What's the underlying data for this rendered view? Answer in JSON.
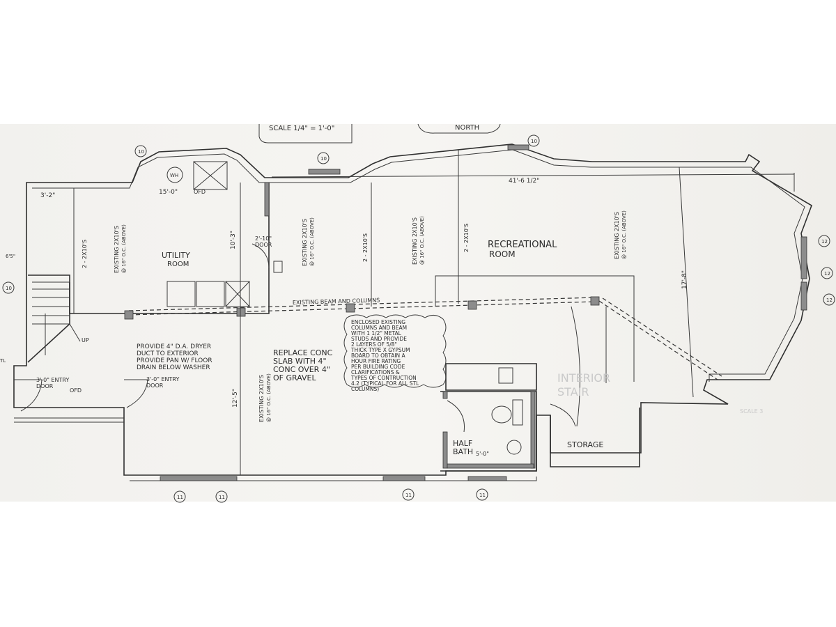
{
  "header": {
    "scale": "SCALE 1/4\" = 1'-0\"",
    "north": "NORTH"
  },
  "rooms": {
    "utility": [
      "UTILITY",
      "ROOM"
    ],
    "recreational": [
      "RECREATIONAL",
      "ROOM"
    ],
    "storage": "STORAGE",
    "half_bath": [
      "HALF",
      "BATH"
    ],
    "interior_stair": [
      "INTERIOR",
      "STAIR"
    ]
  },
  "dimensions": {
    "overall": "41'-6 1/2\"",
    "w_3_2": "3'-2\"",
    "w_15_0": "15'-0\"",
    "d_10_3": "10'-3\"",
    "d_17_8": "17'-8\"",
    "d_12_5": "12'-5\"",
    "bath_width": "5'-0\""
  },
  "labels": {
    "wh": "WH",
    "ofd": "OFD",
    "door_2_10": [
      "2'-10\"",
      "DOOR"
    ],
    "joist_2x10": "2 - 2X10'S",
    "joists_existing": [
      "EXISTING 2X10'S",
      "@ 16\" O.C. (ABOVE)"
    ],
    "beam": "EXISTING BEAM AND COLUMNS",
    "up": "UP",
    "entry_left": [
      "3'-0\" ENTRY",
      "DOOR"
    ],
    "entry_right": [
      "3'-0\" ENTRY",
      "DOOR"
    ],
    "left_edge_top": "6'5\"",
    "left_edge_bottom": "TL",
    "window_10": "10",
    "window_11": "11",
    "window_12": "12",
    "scale_faint": "SCALE 3"
  },
  "notes": {
    "dryer": [
      "PROVIDE 4\" D.A. DRYER",
      "DUCT TO EXTERIOR",
      "PROVIDE PAN W/ FLOOR",
      "DRAIN BELOW WASHER"
    ],
    "slab": [
      "REPLACE CONC",
      "SLAB WITH 4\"",
      "CONC OVER 4\"",
      "OF GRAVEL"
    ],
    "columns": [
      "ENCLOSED EXISTING",
      "COLUMNS AND BEAM",
      "WITH 1 1/2\" METAL",
      "STUDS AND PROVIDE",
      "2 LAYERS OF 5/8\"",
      "THICK TYPE X GYPSUM",
      "BOARD TO OBTAIN A",
      "HOUR FIRE RATING",
      "PER BUILDING CODE",
      "CLARIFICATIONS &",
      "TYPES OF CONTRUCTION",
      "4.2 (TYPICAL FOR ALL STL",
      "COLUMNS)"
    ]
  },
  "colors": {
    "paper": "#f3f2ef",
    "ink": "#2f2f2f",
    "wall_fill": "#8c8c8c"
  }
}
